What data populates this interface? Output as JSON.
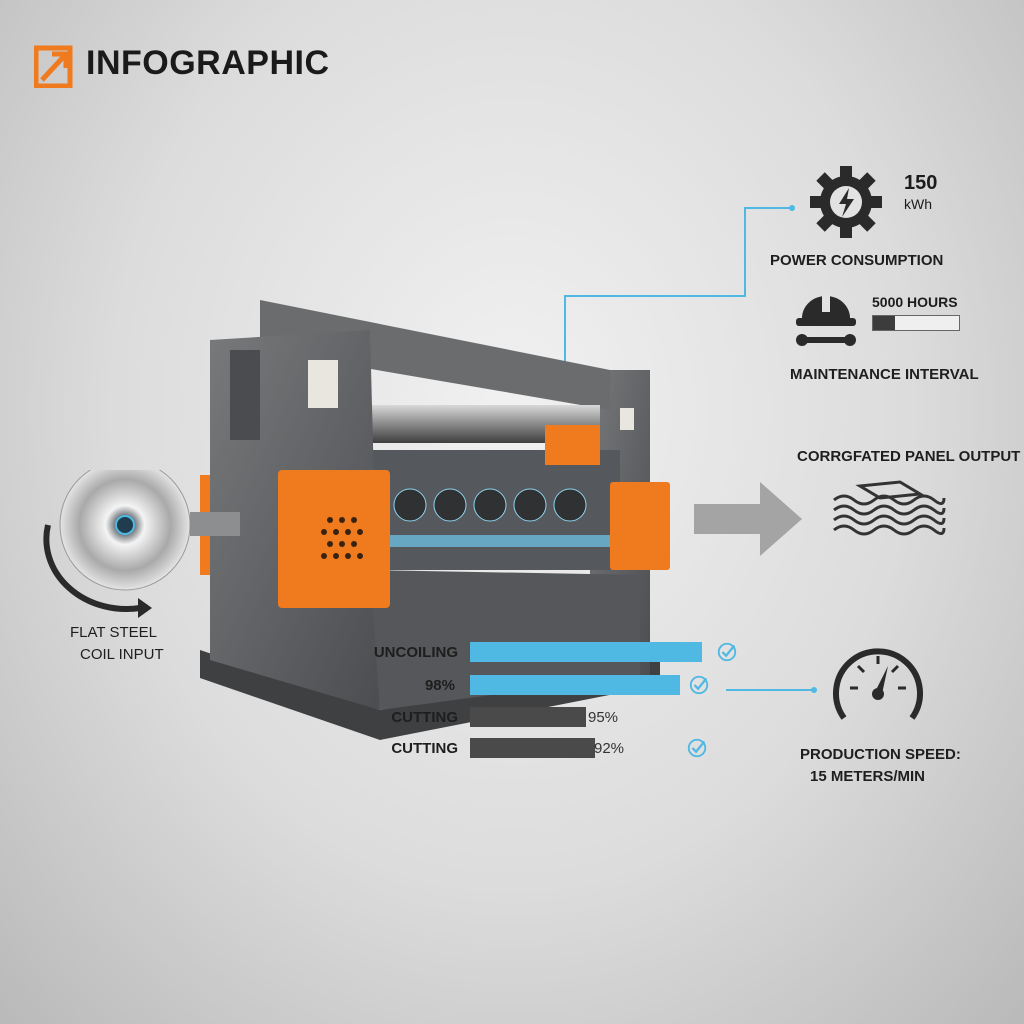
{
  "header": {
    "title": "INFOGRAPHIC",
    "logo_icon": "arrow-square-logo"
  },
  "colors": {
    "accent_orange": "#f07a1e",
    "accent_blue": "#4fb8e3",
    "machine_gray": "#5b5d60",
    "bar_dark": "#4a4a4a"
  },
  "power": {
    "value": "150",
    "unit": "kWh",
    "label": "POWER CONSUMPTION",
    "icon": "gear-lightning-icon"
  },
  "maintenance": {
    "value": "5000 HOURS",
    "label": "MAINTENANCE INTERVAL",
    "icon": "hardhat-wrench-icon",
    "progress": 0.25
  },
  "output": {
    "label": "CORRGFATED PANEL OUTPUT",
    "icon": "stacked-sheets-icon"
  },
  "input": {
    "label_line1": "FLAT STEEL",
    "label_line2": "COIL INPUT",
    "icon": "steel-coil-icon"
  },
  "speed": {
    "label_line1": "PRODUCTION SPEED:",
    "label_line2": "15 METERS/MIN",
    "icon": "speedometer-icon"
  },
  "process": [
    {
      "label": "UNCOILING",
      "value_text": "",
      "fill": 1.0,
      "color": "blue",
      "checked": true
    },
    {
      "label": "98%",
      "value_text": "",
      "fill": 0.98,
      "color": "blue",
      "checked": true
    },
    {
      "label": "CUTTING",
      "value_text": "95%",
      "fill": 0.95,
      "color": "dark",
      "checked": false
    },
    {
      "label": "CUTTING",
      "value_text": "92%",
      "fill": 0.92,
      "color": "dark",
      "checked": true
    }
  ]
}
